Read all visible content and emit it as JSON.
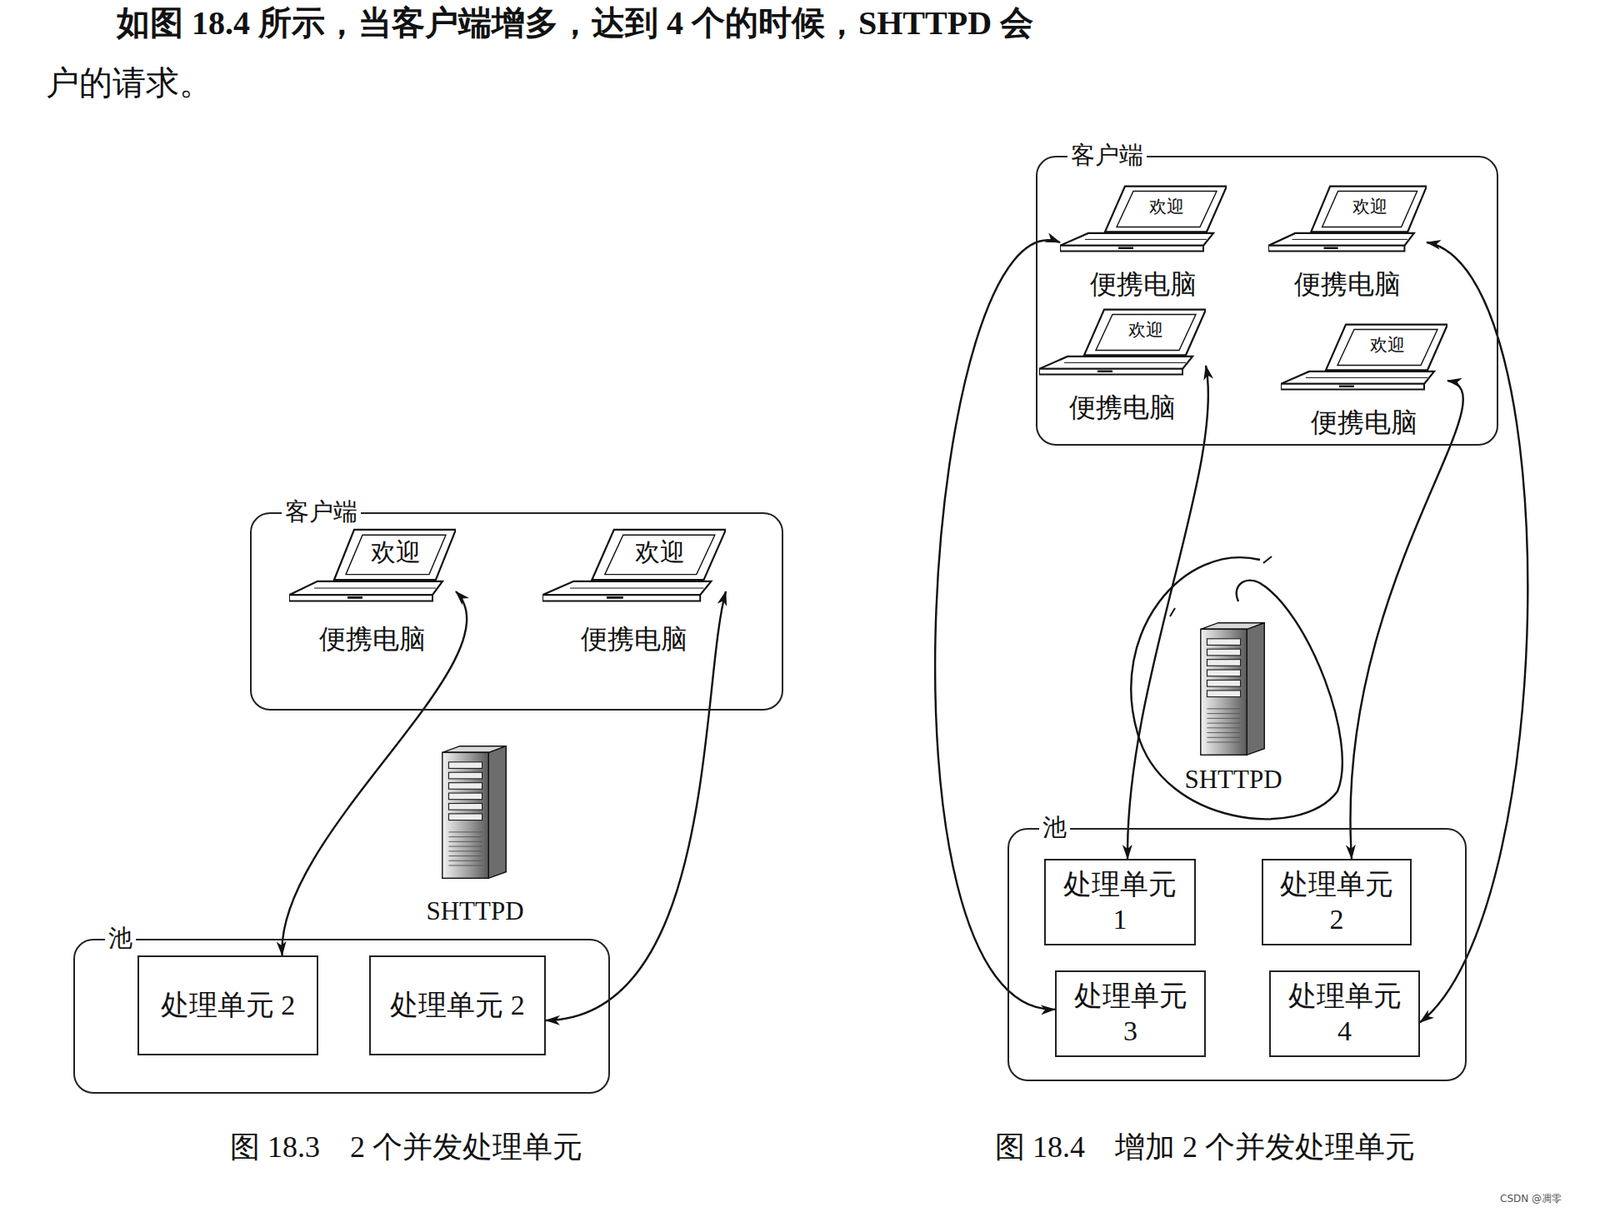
{
  "diagram": {
    "nodes": [
      {
        "text": [
          "客户端"
        ]
      },
      {
        "text": [
          "欢迎",
          "便携电脑"
        ],
        "in": 0
      },
      {
        "text": [
          "欢迎",
          "便携电脑"
        ],
        "in": 0
      },
      {
        "text": [
          "SHTTPD"
        ]
      },
      {
        "text": [
          "池"
        ]
      },
      {
        "text": [
          "处理单元 2"
        ],
        "in": 4
      },
      {
        "text": [
          "处理单元 2"
        ],
        "in": 4
      },
      {
        "text": [
          "客户端"
        ]
      },
      {
        "text": [
          "欢迎",
          "便携电脑"
        ],
        "in": 7
      },
      {
        "text": [
          "欢迎",
          "便携电脑"
        ],
        "in": 7
      },
      {
        "text": [
          "欢迎",
          "便携电脑"
        ],
        "in": 7
      },
      {
        "text": [
          "欢迎",
          "便携电脑"
        ],
        "in": 7
      },
      {
        "text": [
          "SHTTPD"
        ]
      },
      {
        "text": [
          "池"
        ]
      },
      {
        "text": [
          "处理单元 1"
        ],
        "in": 13
      },
      {
        "text": [
          "处理单元 2"
        ],
        "in": 13
      },
      {
        "text": [
          "处理单元 3"
        ],
        "in": 13
      },
      {
        "text": [
          "处理单元 4"
        ],
        "in": 13
      }
    ],
    "edges": [
      {
        "from": 1,
        "to": 5,
        "arrow": "both"
      },
      {
        "from": 2,
        "to": 6,
        "arrow": "both"
      },
      {
        "from": 8,
        "to": 16,
        "arrow": "both"
      },
      {
        "from": 10,
        "to": 14,
        "arrow": "both"
      },
      {
        "from": 9,
        "to": 17,
        "arrow": "both"
      },
      {
        "from": 11,
        "to": 15,
        "arrow": "both"
      }
    ],
    "labels": [
      "如图 18.4 所示，当客户端增多，达到 4 个的时候，SHTTPD 会",
      "户的请求。",
      "图 18.3　2 个并发处理单元",
      "图 18.4　增加 2 个并发处理单元",
      "CSDN @凋零"
    ]
  }
}
